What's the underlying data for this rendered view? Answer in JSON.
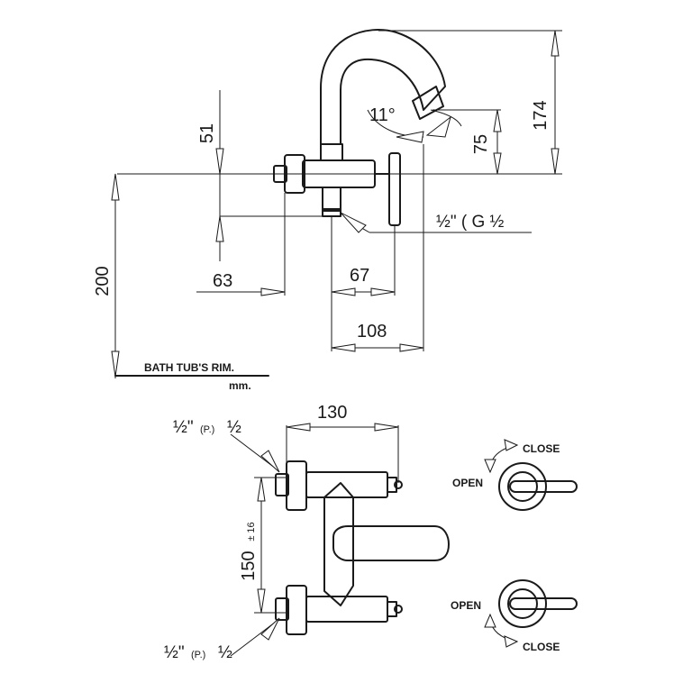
{
  "side_view": {
    "dim_51": "51",
    "dim_174": "174",
    "dim_75": "75",
    "angle": "11°",
    "thread": "½\" ( G ½",
    "dim_200": "200",
    "dim_63": "63",
    "dim_67": "67",
    "dim_108": "108",
    "rim_label": "BATH TUB'S RIM.",
    "unit": "mm."
  },
  "top_view": {
    "dim_130": "130",
    "dim_150": "150",
    "tolerance": "± 16",
    "thread_top": "½\"",
    "thread_top_suffix": "(P.)",
    "thread_top_end": "½",
    "thread_bottom": "½\"",
    "thread_bottom_suffix": "(P.)",
    "thread_bottom_end": "½"
  },
  "valve_upper": {
    "close_label": "CLOSE",
    "open_label": "OPEN"
  },
  "valve_lower": {
    "open_label": "OPEN",
    "close_label": "CLOSE"
  }
}
